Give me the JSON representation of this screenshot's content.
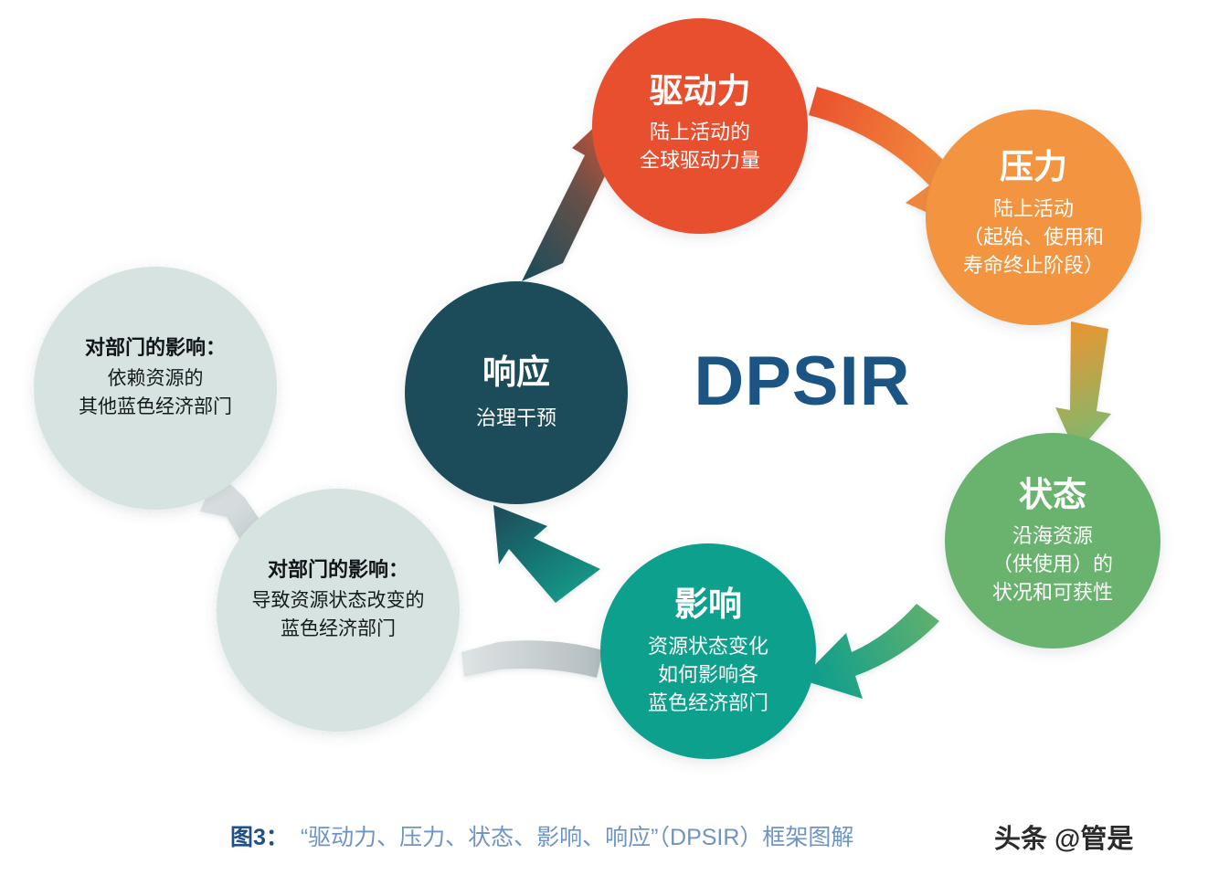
{
  "center_label": "DPSIR",
  "caption": {
    "prefix": "图3：",
    "rest": "“驱动力、压力、状态、影响、响应”（DPSIR）框架图解"
  },
  "watermark": "头条 @管是",
  "colors": {
    "driving_force": "#E8502F",
    "pressure": "#F2943F",
    "state": "#69B36E",
    "impact": "#10A08C",
    "response": "#1D4C5A",
    "sector_circle": "#D7E3E1",
    "center_text": "#1C5583",
    "caption_strong": "#214F86",
    "caption_rest": "#6F94C4",
    "background": "#FFFFFF"
  },
  "nodes": [
    {
      "id": "driving-force",
      "title": "驱动力",
      "subtitle_lines": [
        "陆上活动的",
        "全球驱动力量"
      ],
      "color": "#E8502F"
    },
    {
      "id": "pressure",
      "title": "压力",
      "subtitle_lines": [
        "陆上活动",
        "（起始、使用和",
        "寿命终止阶段）"
      ],
      "color": "#F2943F"
    },
    {
      "id": "state",
      "title": "状态",
      "subtitle_lines": [
        "沿海资源",
        "（供使用）的",
        "状况和可获性"
      ],
      "color": "#69B36E"
    },
    {
      "id": "impact",
      "title": "影响",
      "subtitle_lines": [
        "资源状态变化",
        "如何影响各",
        "蓝色经济部门"
      ],
      "color": "#10A08C"
    },
    {
      "id": "response",
      "title": "响应",
      "subtitle_lines": [
        "治理干预"
      ],
      "color": "#1D4C5A"
    }
  ],
  "sector_nodes": [
    {
      "id": "sector-upper",
      "title": "对部门的影响：",
      "subtitle_lines": [
        "依赖资源的",
        "其他蓝色经济部门"
      ],
      "color": "#D7E3E1"
    },
    {
      "id": "sector-lower",
      "title": "对部门的影响：",
      "subtitle_lines": [
        "导致资源状态改变的",
        "蓝色经济部门"
      ],
      "color": "#D7E3E1"
    }
  ],
  "arrows": [
    {
      "id": "arrow-driving-to-pressure",
      "from": "驱动力",
      "to": "压力",
      "from_color": "#EA4F2C",
      "to_color": "#F2943F"
    },
    {
      "id": "arrow-pressure-to-state",
      "from": "压力",
      "to": "状态",
      "from_color": "#F2943F",
      "to_color": "#77B86F"
    },
    {
      "id": "arrow-state-to-impact",
      "from": "状态",
      "to": "影响",
      "from_color": "#69B36E",
      "to_color": "#11A08C"
    },
    {
      "id": "arrow-impact-to-response",
      "from": "影响",
      "to": "响应",
      "from_color": "#10A08C",
      "to_color": "#1D4C5A"
    },
    {
      "id": "arrow-response-to-driving",
      "from": "响应",
      "to": "驱动力",
      "from_color": "#1D4C5A",
      "to_color": "#EA4F2C"
    },
    {
      "id": "arrow-impact-to-sector-lower",
      "from": "影响",
      "to": "对部门的影响（下）",
      "from_color": "#B9C2C4",
      "to_color": "#D3DBDC"
    },
    {
      "id": "arrow-sector-lower-to-sector-upper",
      "from": "对部门的影响（下）",
      "to": "对部门的影响（上）",
      "from_color": "#C3CBCD",
      "to_color": "#DDE3E4"
    }
  ]
}
